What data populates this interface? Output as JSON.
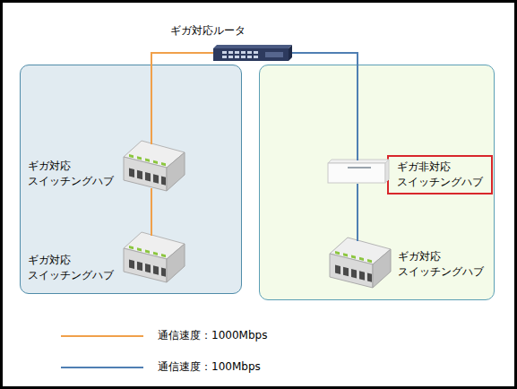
{
  "diagram": {
    "nodes": [
      {
        "text": [
          "ギガ対応ルータ"
        ]
      },
      {
        "text": []
      },
      {
        "text": [
          "ギガ対応 スイッチングハブ"
        ],
        "in": 1
      },
      {
        "text": [
          "ギガ対応 スイッチングハブ"
        ],
        "in": 1
      },
      {
        "text": []
      },
      {
        "text": [
          "ギガ非対応 スイッチングハブ"
        ],
        "in": 4
      },
      {
        "text": [
          "ギガ対応 スイッチングハブ"
        ],
        "in": 4
      }
    ],
    "edges": [
      {
        "from": 0,
        "to": 2,
        "arrow": "none"
      },
      {
        "from": 2,
        "to": 3,
        "arrow": "none"
      },
      {
        "from": 0,
        "to": 5,
        "arrow": "none"
      },
      {
        "from": 5,
        "to": 6,
        "arrow": "none"
      }
    ],
    "legend": [
      {
        "text": "通信速度：1000Mbps"
      },
      {
        "text": "通信速度：100Mbps"
      }
    ]
  }
}
